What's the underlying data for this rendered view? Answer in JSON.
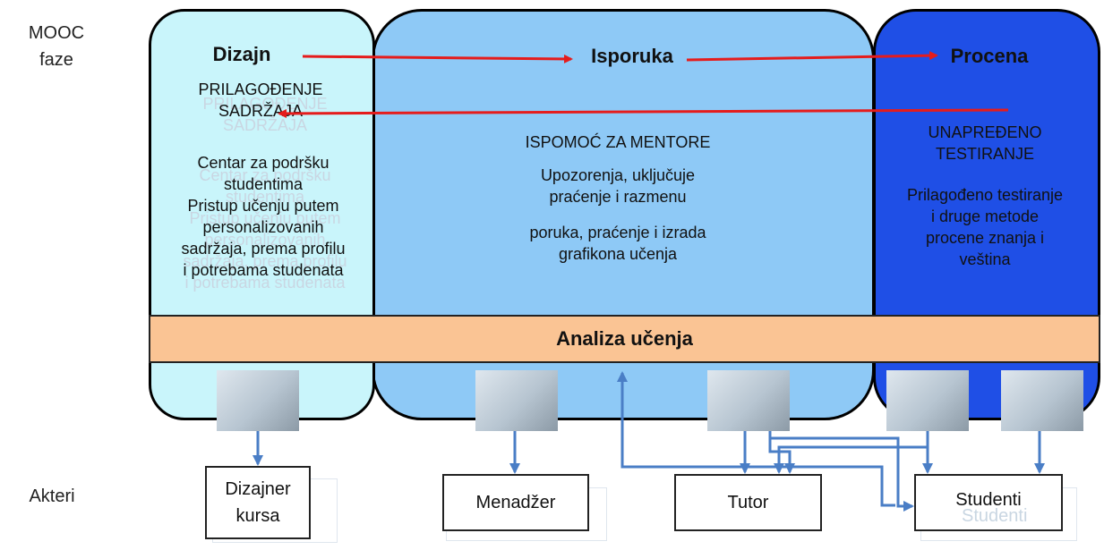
{
  "labels": {
    "mooc": "MOOC\nfaze",
    "akteri": "Akteri"
  },
  "phases": {
    "dizajn": {
      "title": "Dizajn",
      "heading": "PRILAGOĐENJE\nSADRŽAJA",
      "text": "Centar za podršku\nstudentima\nPristup učenju putem\npersonalizovanih\nsadržaja, prema profilu\ni potrebama studenata",
      "ghost1": "PRILAGOĐENJE\nSADRŽAJA",
      "ghost2": "Centar za podršku\nstudentima\nPristup učenju putem\npersonalizovanih\nsadržaja, prema profilu\ni potrebama studenata"
    },
    "isporuka": {
      "title": "Isporuka",
      "heading": "ISPOMOĆ ZA MENTORE",
      "text1": "Upozorenja, uključuje\npraćenje i razmenu",
      "text2": "poruka, praćenje i izrada\ngrafikona učenja"
    },
    "procena": {
      "title": "Procena",
      "heading": "UNAPREĐENO\nTESTIRANJE",
      "text": "Prilagođeno testiranje\ni druge metode\nprocene znanja i\nveština"
    }
  },
  "analiza": "Analiza učenja",
  "actors": {
    "dizajner": "Dizajner\nkursa",
    "menadzer": "Menadžer",
    "tutor": "Tutor",
    "studenti": "Studenti",
    "studenti_ghost": "Studenti"
  },
  "colors": {
    "dizajn": "#c9f5fb",
    "isporuka": "#8ec9f6",
    "procena": "#1f4fe6",
    "analiza": "#fac494",
    "red_arrow": "#e51c1c",
    "blue_arrow": "#4a7ec6"
  }
}
